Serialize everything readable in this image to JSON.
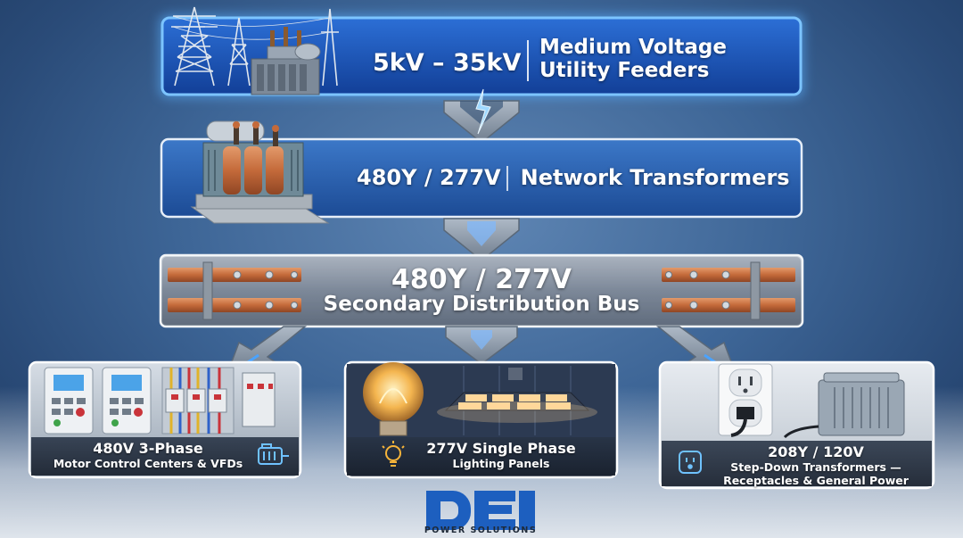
{
  "stage1": {
    "voltage": "5kV – 35kV",
    "title_line1": "Medium Voltage",
    "title_line2": "Utility Feeders",
    "icon": "transmission-tower-icon"
  },
  "stage2": {
    "voltage": "480Y / 277V",
    "title": "Network Transformers",
    "icon": "transformer-icon"
  },
  "stage3": {
    "line1": "480Y / 277V",
    "line2": "Secondary Distribution Bus",
    "icon": "copper-busbar-icon"
  },
  "branches": [
    {
      "voltage": "480V 3-Phase",
      "desc": "Motor Control Centers & VFDs",
      "icon": "motor-icon"
    },
    {
      "voltage": "277V Single Phase",
      "desc": "Lighting Panels",
      "icon": "light-bulb-icon"
    },
    {
      "voltage": "208Y / 120V",
      "desc_line1": "Step-Down Transformers —",
      "desc_line2": "Receptacles & General Power",
      "icon": "outlet-icon"
    }
  ],
  "logo": {
    "name": "DEI",
    "tagline": "POWER SOLUTIONS"
  },
  "colors": {
    "box_blue": "#1d56b8",
    "glow": "#5ab0ff",
    "copper": "#c46a3a",
    "steel": "#9aa6b2"
  }
}
